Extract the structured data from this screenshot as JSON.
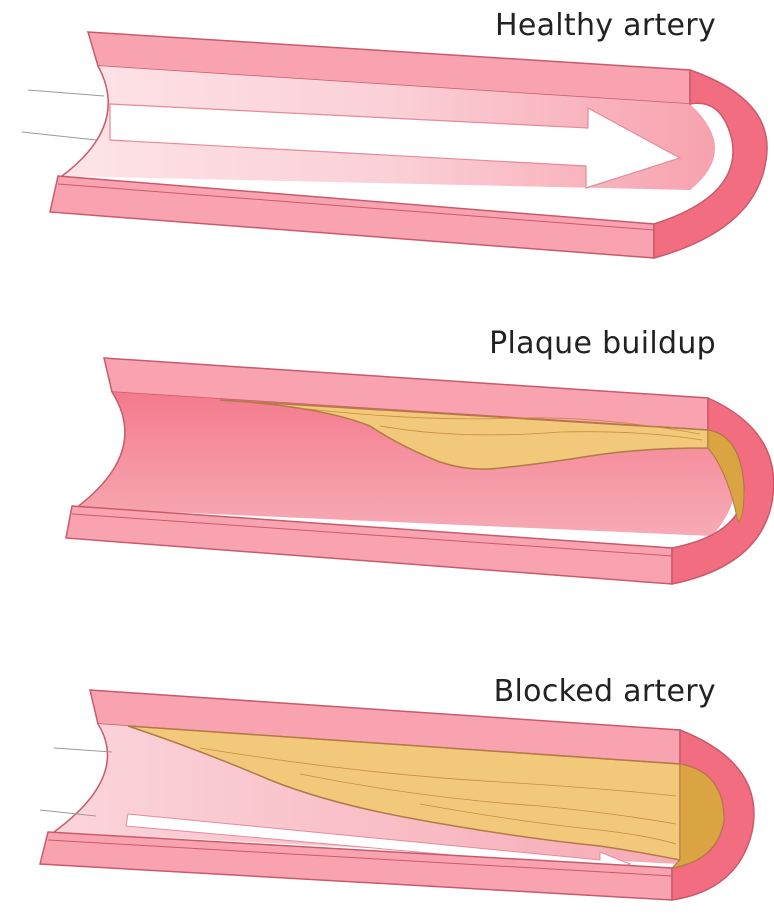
{
  "diagram": {
    "panels": [
      {
        "id": "healthy",
        "title": "Healthy artery"
      },
      {
        "id": "plaque",
        "title": "Plaque buildup"
      },
      {
        "id": "blocked",
        "title": "Blocked artery"
      }
    ]
  },
  "colors": {
    "wall_top": "#f9a3b1",
    "wall_outer": "#f28a9a",
    "lumen_inner": "#f47a8c",
    "lumen_light": "#fde4e8",
    "end_ring": "#f26d80",
    "plaque": "#f2c97a",
    "plaque_dark": "#d9a441",
    "plaque_lines": "#c98c3a",
    "arrow_fill": "#ffffff",
    "outline": "#c95a6a"
  }
}
